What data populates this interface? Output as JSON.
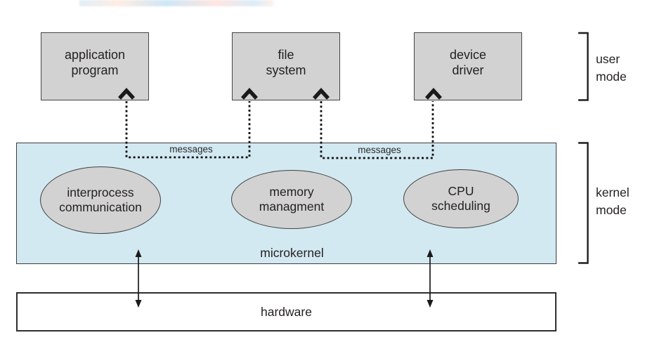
{
  "top_boxes": [
    {
      "label": "application\nprogram"
    },
    {
      "label": "file\nsystem"
    },
    {
      "label": "device\ndriver"
    }
  ],
  "mode_brackets": {
    "user": "user\nmode",
    "kernel": "kernel\nmode"
  },
  "kernel_region": {
    "ellipses": [
      {
        "label": "interprocess\ncommunication"
      },
      {
        "label": "memory\nmanagment"
      },
      {
        "label": "CPU\nscheduling"
      }
    ],
    "label": "microkernel"
  },
  "hardware_box": {
    "label": "hardware"
  },
  "message_labels": {
    "left": "messages",
    "right": "messages"
  },
  "colors": {
    "kernel_fill": "#d3e9f2",
    "shape_fill": "#d2d2d2",
    "outline": "#3f3f3f",
    "text": "#231f20"
  }
}
